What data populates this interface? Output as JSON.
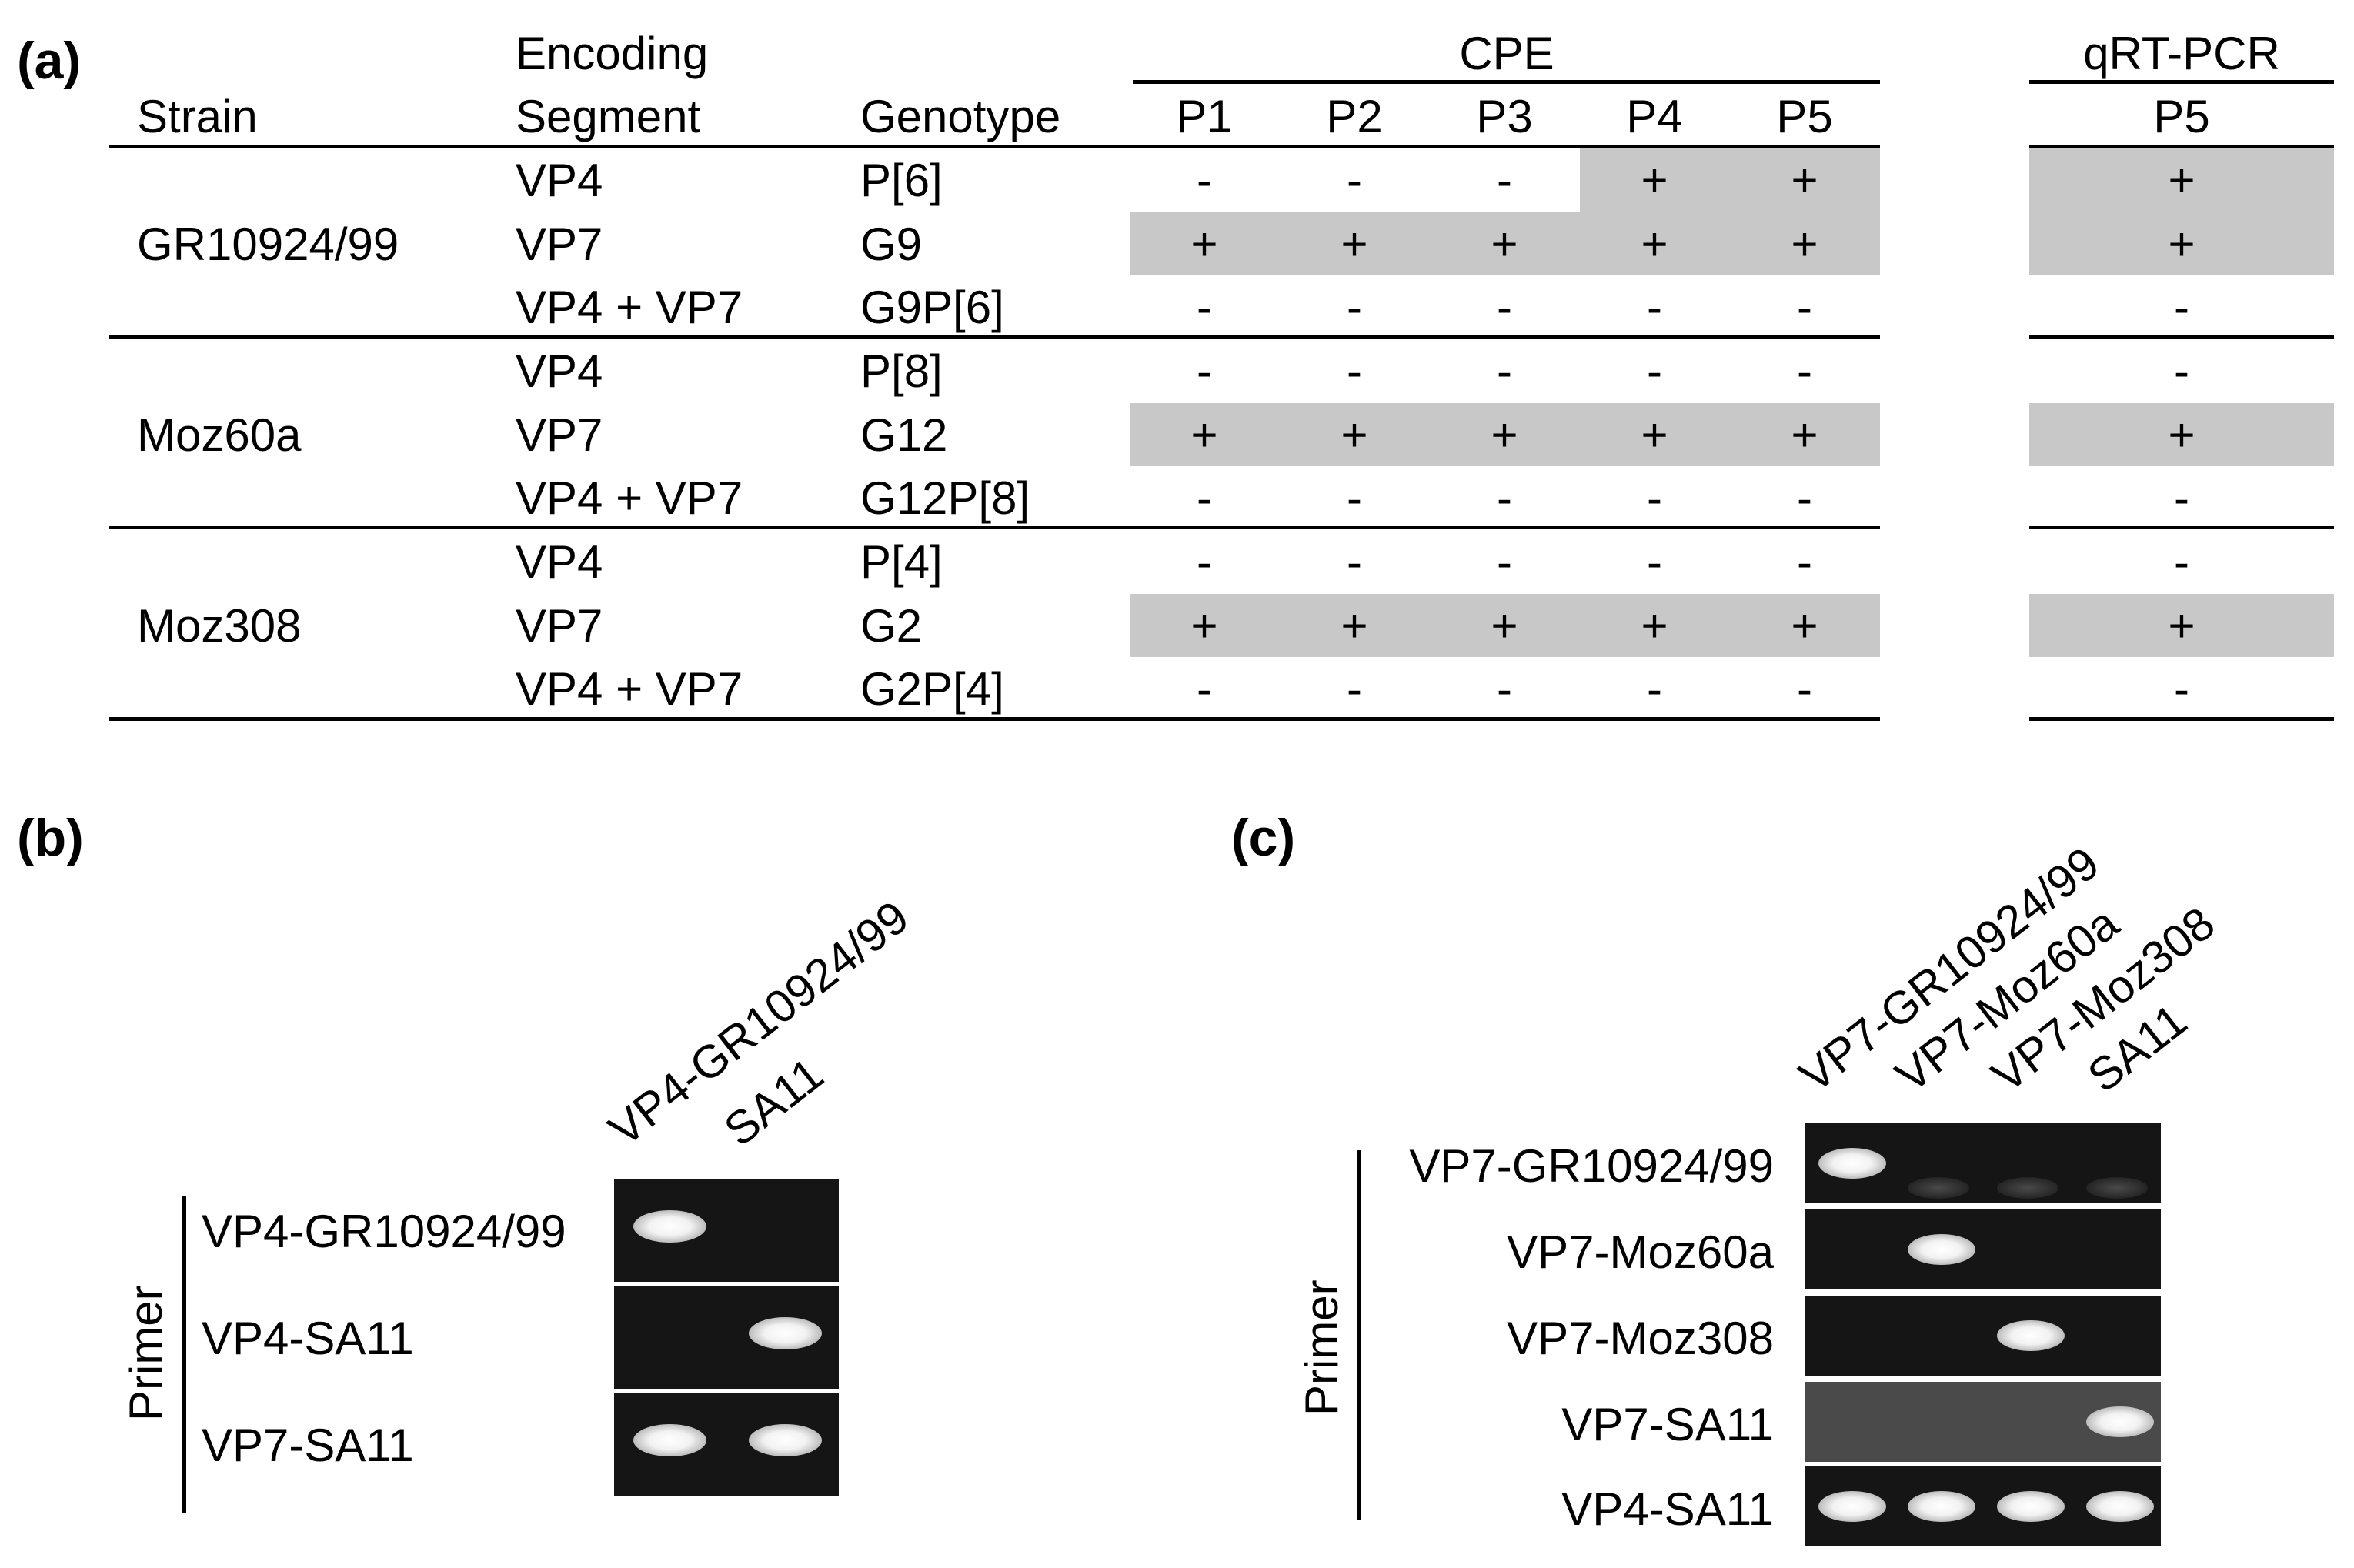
{
  "panel_a": {
    "label": "(a)",
    "headers": {
      "strain": "Strain",
      "encoding_top": "Encoding",
      "encoding_bottom": "Segment",
      "genotype": "Genotype",
      "cpe": "CPE",
      "qrt": "qRT-PCR",
      "passages": [
        "P1",
        "P2",
        "P3",
        "P4",
        "P5"
      ],
      "qrt_passage": "P5"
    },
    "groups": [
      {
        "strain": "GR10924/99",
        "rows": [
          {
            "segment": "VP4",
            "genotype": "P[6]",
            "cpe": [
              "-",
              "-",
              "-",
              "+",
              "+"
            ],
            "qrt": "+"
          },
          {
            "segment": "VP7",
            "genotype": "G9",
            "cpe": [
              "+",
              "+",
              "+",
              "+",
              "+"
            ],
            "qrt": "+"
          },
          {
            "segment": "VP4 + VP7",
            "genotype": "G9P[6]",
            "cpe": [
              "-",
              "-",
              "-",
              "-",
              "-"
            ],
            "qrt": "-"
          }
        ]
      },
      {
        "strain": "Moz60a",
        "rows": [
          {
            "segment": "VP4",
            "genotype": "P[8]",
            "cpe": [
              "-",
              "-",
              "-",
              "-",
              "-"
            ],
            "qrt": "-"
          },
          {
            "segment": "VP7",
            "genotype": "G12",
            "cpe": [
              "+",
              "+",
              "+",
              "+",
              "+"
            ],
            "qrt": "+"
          },
          {
            "segment": "VP4 + VP7",
            "genotype": "G12P[8]",
            "cpe": [
              "-",
              "-",
              "-",
              "-",
              "-"
            ],
            "qrt": "-"
          }
        ]
      },
      {
        "strain": "Moz308",
        "rows": [
          {
            "segment": "VP4",
            "genotype": "P[4]",
            "cpe": [
              "-",
              "-",
              "-",
              "-",
              "-"
            ],
            "qrt": "-"
          },
          {
            "segment": "VP7",
            "genotype": "G2",
            "cpe": [
              "+",
              "+",
              "+",
              "+",
              "+"
            ],
            "qrt": "+"
          },
          {
            "segment": "VP4 + VP7",
            "genotype": "G2P[4]",
            "cpe": [
              "-",
              "-",
              "-",
              "-",
              "-"
            ],
            "qrt": "-"
          }
        ]
      }
    ]
  },
  "panel_b": {
    "label": "(b)",
    "primer_label": "Primer",
    "lanes": [
      "VP4-GR10924/99",
      "SA11"
    ],
    "rows": [
      {
        "primer": "VP4-GR10924/99",
        "bands": [
          true,
          false
        ]
      },
      {
        "primer": "VP4-SA11",
        "bands": [
          false,
          true
        ]
      },
      {
        "primer": "VP7-SA11",
        "bands": [
          true,
          true
        ]
      }
    ]
  },
  "panel_c": {
    "label": "(c)",
    "primer_label": "Primer",
    "lanes": [
      "VP7-GR10924/99",
      "VP7-Moz60a",
      "VP7-Moz308",
      "SA11"
    ],
    "rows": [
      {
        "primer": "VP7-GR10924/99",
        "bands": [
          true,
          false,
          false,
          false
        ]
      },
      {
        "primer": "VP7-Moz60a",
        "bands": [
          false,
          true,
          false,
          false
        ]
      },
      {
        "primer": "VP7-Moz308",
        "bands": [
          false,
          false,
          true,
          false
        ]
      },
      {
        "primer": "VP7-SA11",
        "bands": [
          false,
          false,
          false,
          true
        ]
      },
      {
        "primer": "VP4-SA11",
        "bands": [
          true,
          true,
          true,
          true
        ]
      }
    ]
  }
}
